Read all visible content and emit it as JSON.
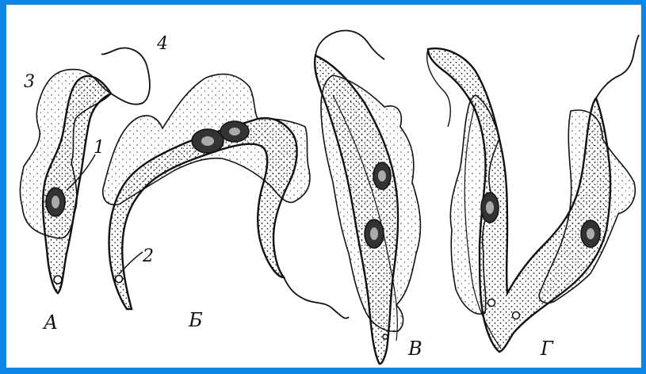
{
  "frame": {
    "border_color": "#0b86e8",
    "background": "#ffffff",
    "ink_color": "#111111"
  },
  "figure": {
    "numbers": {
      "n1": "1",
      "n2": "2",
      "n3": "3",
      "n4": "4"
    },
    "letters": {
      "a": "А",
      "b": "Б",
      "v": "В",
      "g": "Г"
    }
  }
}
